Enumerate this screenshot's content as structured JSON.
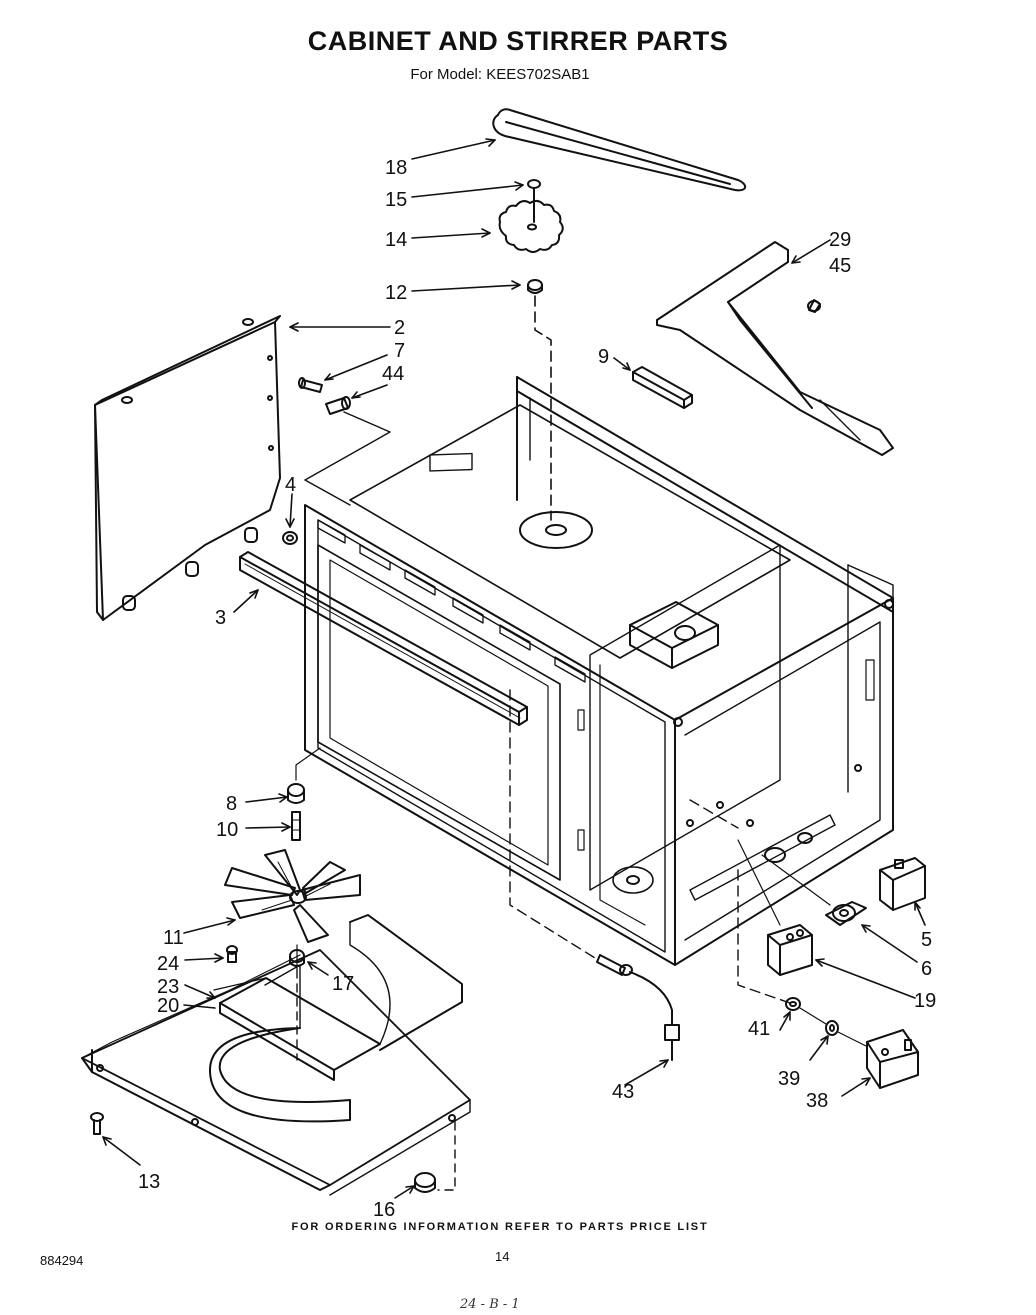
{
  "header": {
    "title": "CABINET AND STIRRER PARTS",
    "model_line": "For Model: KEES702SAB1"
  },
  "footer": {
    "ordering_note": "FOR ORDERING INFORMATION REFER TO PARTS PRICE LIST",
    "page_number": "14",
    "document_number": "884294",
    "handwritten_mark": "24 - B - 1"
  },
  "callouts": {
    "c18": "18",
    "c15": "15",
    "c14": "14",
    "c12": "12",
    "c2": "2",
    "c7": "7",
    "c44": "44",
    "c4": "4",
    "c3": "3",
    "c29": "29",
    "c45": "45",
    "c9": "9",
    "c8": "8",
    "c10": "10",
    "c11": "11",
    "c24": "24",
    "c23": "23",
    "c20": "20",
    "c17": "17",
    "c13": "13",
    "c16": "16",
    "c43": "43",
    "c41": "41",
    "c39": "39",
    "c38": "38",
    "c19": "19",
    "c6": "6",
    "c5": "5"
  },
  "colors": {
    "ink": "#111111",
    "paper": "#ffffff"
  }
}
